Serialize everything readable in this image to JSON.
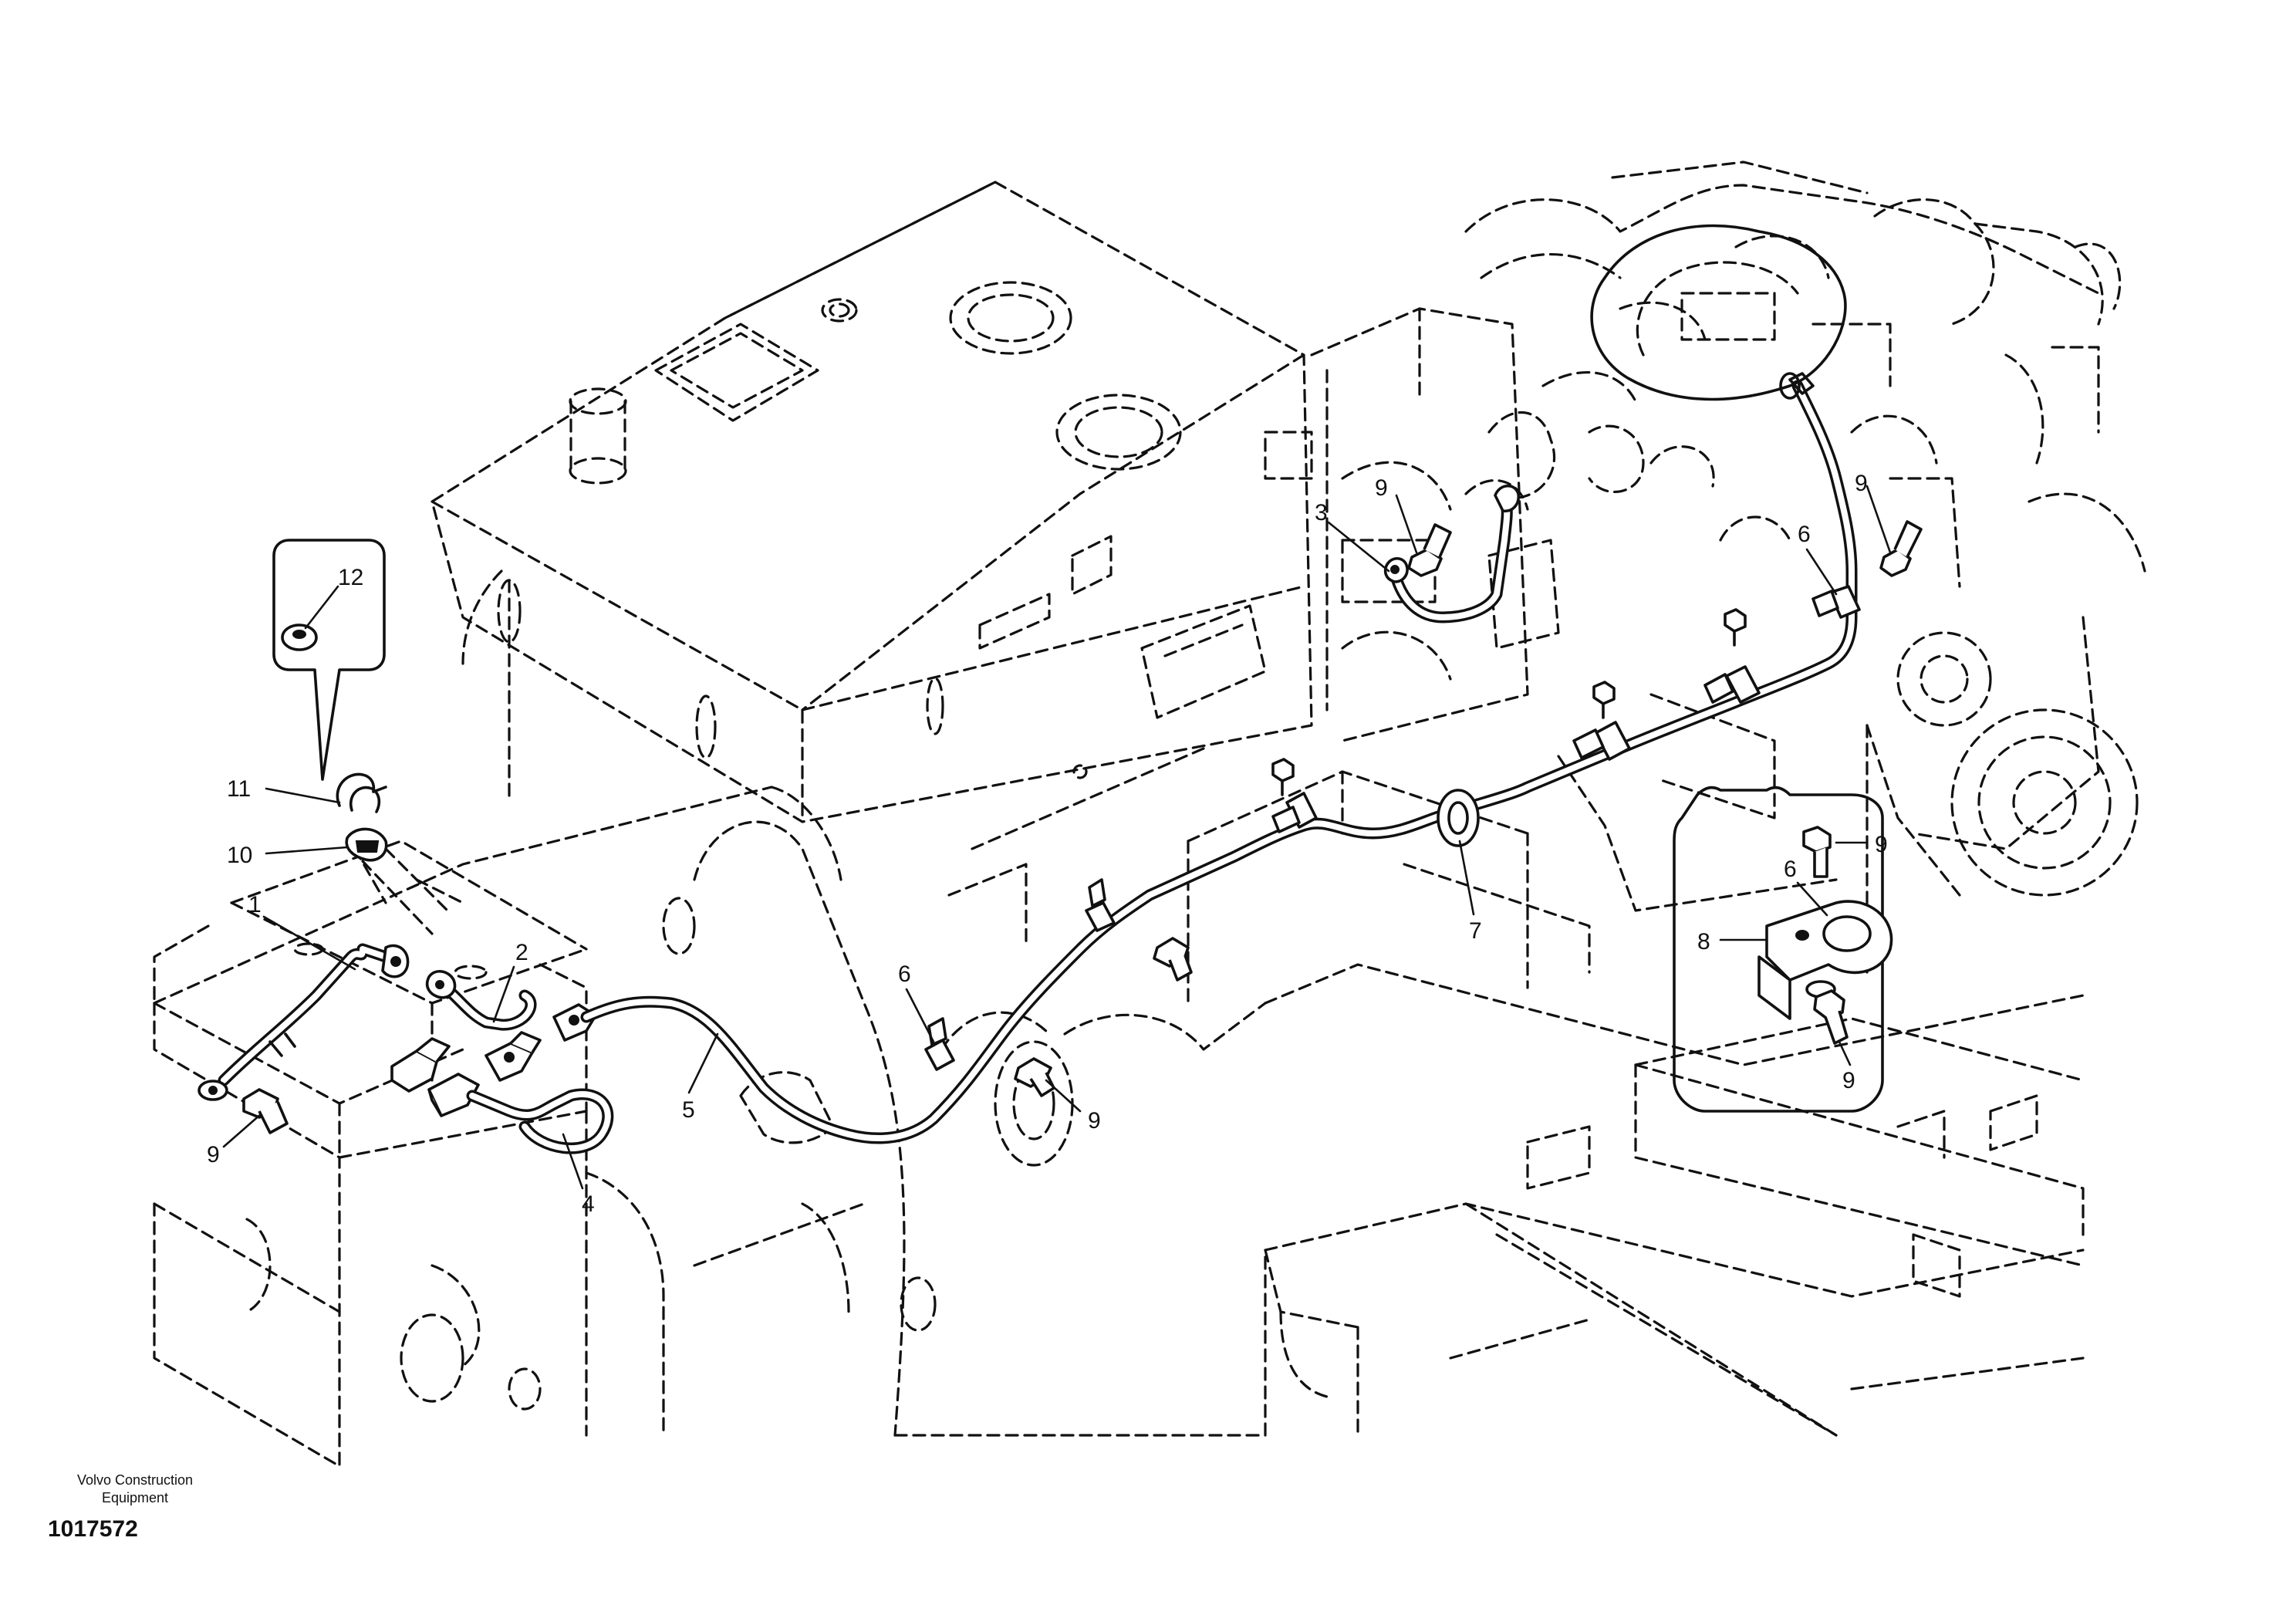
{
  "footer": {
    "brand_line1": "Volvo Construction",
    "brand_line2": "Equipment",
    "drawing_number": "1017572"
  },
  "callouts": {
    "c1": "1",
    "c2": "2",
    "c3": "3",
    "c4": "4",
    "c5": "5",
    "c6a": "6",
    "c6b": "6",
    "c6c": "6",
    "c7": "7",
    "c8": "8",
    "c9a": "9",
    "c9b": "9",
    "c9c": "9",
    "c9d": "9",
    "c9e": "9",
    "c9f": "9",
    "c10": "10",
    "c11": "11",
    "c12": "12"
  }
}
